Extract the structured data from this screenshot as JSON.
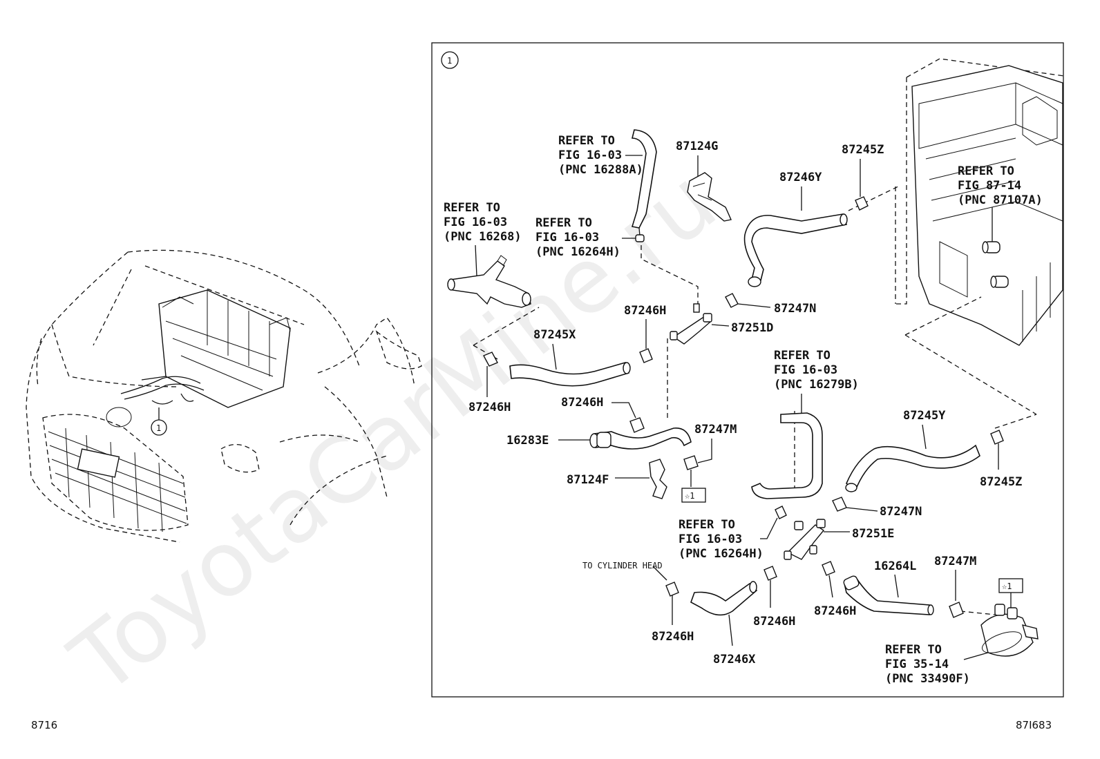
{
  "watermark": "ToyotaCarMine.ru",
  "footer": {
    "left_code": "8716",
    "right_code": "87I683"
  },
  "overview": {
    "callout": "1"
  },
  "detail": {
    "callout": "1",
    "labels": {
      "p87124G": "87124G",
      "p87245Z_top": "87245Z",
      "p87246Y": "87246Y",
      "p87247N_top": "87247N",
      "p87251D": "87251D",
      "p87246H_a": "87246H",
      "p87245X": "87245X",
      "p87246H_b": "87246H",
      "p87246H_c": "87246H",
      "p16283E": "16283E",
      "p87247M_top": "87247M",
      "p87124F": "87124F",
      "p87245Y": "87245Y",
      "p87245Z_bot": "87245Z",
      "p87247N_bot": "87247N",
      "p87251E": "87251E",
      "p16264L": "16264L",
      "p87247M_bot": "87247M",
      "p87246H_d": "87246H",
      "p87246H_e": "87246H",
      "p87246H_f": "87246H",
      "p87246X": "87246X"
    },
    "star_ref": "☆1",
    "to_cylinder_head": "TO CYLINDER HEAD",
    "refs": {
      "r16288A": [
        "REFER TO",
        "FIG 16-03",
        "(PNC 16288A)"
      ],
      "r16268": [
        "REFER TO",
        "FIG 16-03",
        "(PNC 16268)"
      ],
      "r16264H_top": [
        "REFER TO",
        "FIG 16-03",
        "(PNC 16264H)"
      ],
      "r87107A": [
        "REFER TO",
        "FIG 87-14",
        "(PNC 87107A)"
      ],
      "r16279B": [
        "REFER TO",
        "FIG 16-03",
        "(PNC 16279B)"
      ],
      "r16264H_bot": [
        "REFER TO",
        "FIG 16-03",
        "(PNC 16264H)"
      ],
      "r33490F": [
        "REFER TO",
        "FIG 35-14",
        "(PNC 33490F)"
      ]
    }
  }
}
